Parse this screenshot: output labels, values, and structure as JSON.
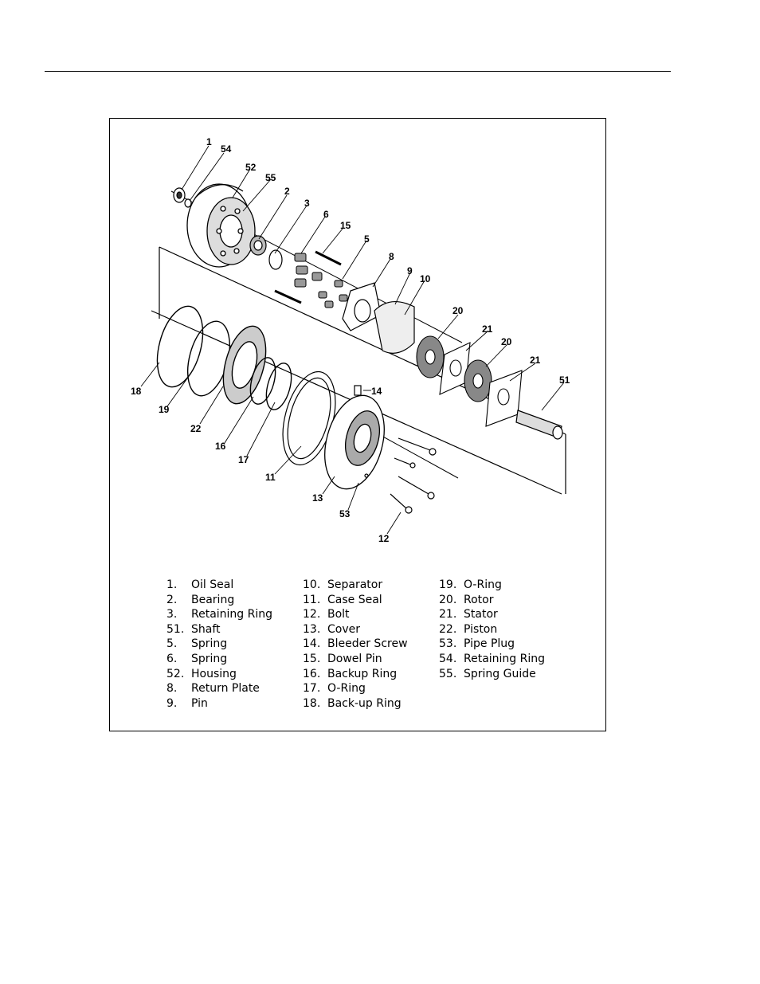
{
  "callouts": [
    "1",
    "54",
    "52",
    "55",
    "2",
    "3",
    "6",
    "15",
    "5",
    "8",
    "9",
    "10",
    "20",
    "21",
    "20",
    "21",
    "51",
    "18",
    "19",
    "22",
    "16",
    "17",
    "11",
    "14",
    "13",
    "53",
    "12"
  ],
  "legend": {
    "col1": [
      {
        "num": "1.",
        "name": "Oil Seal"
      },
      {
        "num": "2.",
        "name": "Bearing"
      },
      {
        "num": "3.",
        "name": "Retaining Ring"
      },
      {
        "num": "51.",
        "name": "Shaft"
      },
      {
        "num": "5.",
        "name": "Spring"
      },
      {
        "num": "6.",
        "name": "Spring"
      },
      {
        "num": "52.",
        "name": "Housing"
      },
      {
        "num": "8.",
        "name": "Return Plate"
      },
      {
        "num": "9.",
        "name": "Pin"
      }
    ],
    "col2": [
      {
        "num": "10.",
        "name": "Separator"
      },
      {
        "num": "11.",
        "name": "Case Seal"
      },
      {
        "num": "12.",
        "name": "Bolt"
      },
      {
        "num": "13.",
        "name": "Cover"
      },
      {
        "num": "14.",
        "name": "Bleeder Screw"
      },
      {
        "num": "15.",
        "name": "Dowel Pin"
      },
      {
        "num": "16.",
        "name": "Backup Ring"
      },
      {
        "num": "17.",
        "name": "O-Ring"
      },
      {
        "num": "18.",
        "name": "Back-up Ring"
      }
    ],
    "col3": [
      {
        "num": "19.",
        "name": "O-Ring"
      },
      {
        "num": "20.",
        "name": "Rotor"
      },
      {
        "num": "21.",
        "name": "Stator"
      },
      {
        "num": "22.",
        "name": "Piston"
      },
      {
        "num": "53.",
        "name": "Pipe Plug"
      },
      {
        "num": "54.",
        "name": "Retaining Ring"
      },
      {
        "num": "55.",
        "name": "Spring Guide"
      }
    ]
  }
}
